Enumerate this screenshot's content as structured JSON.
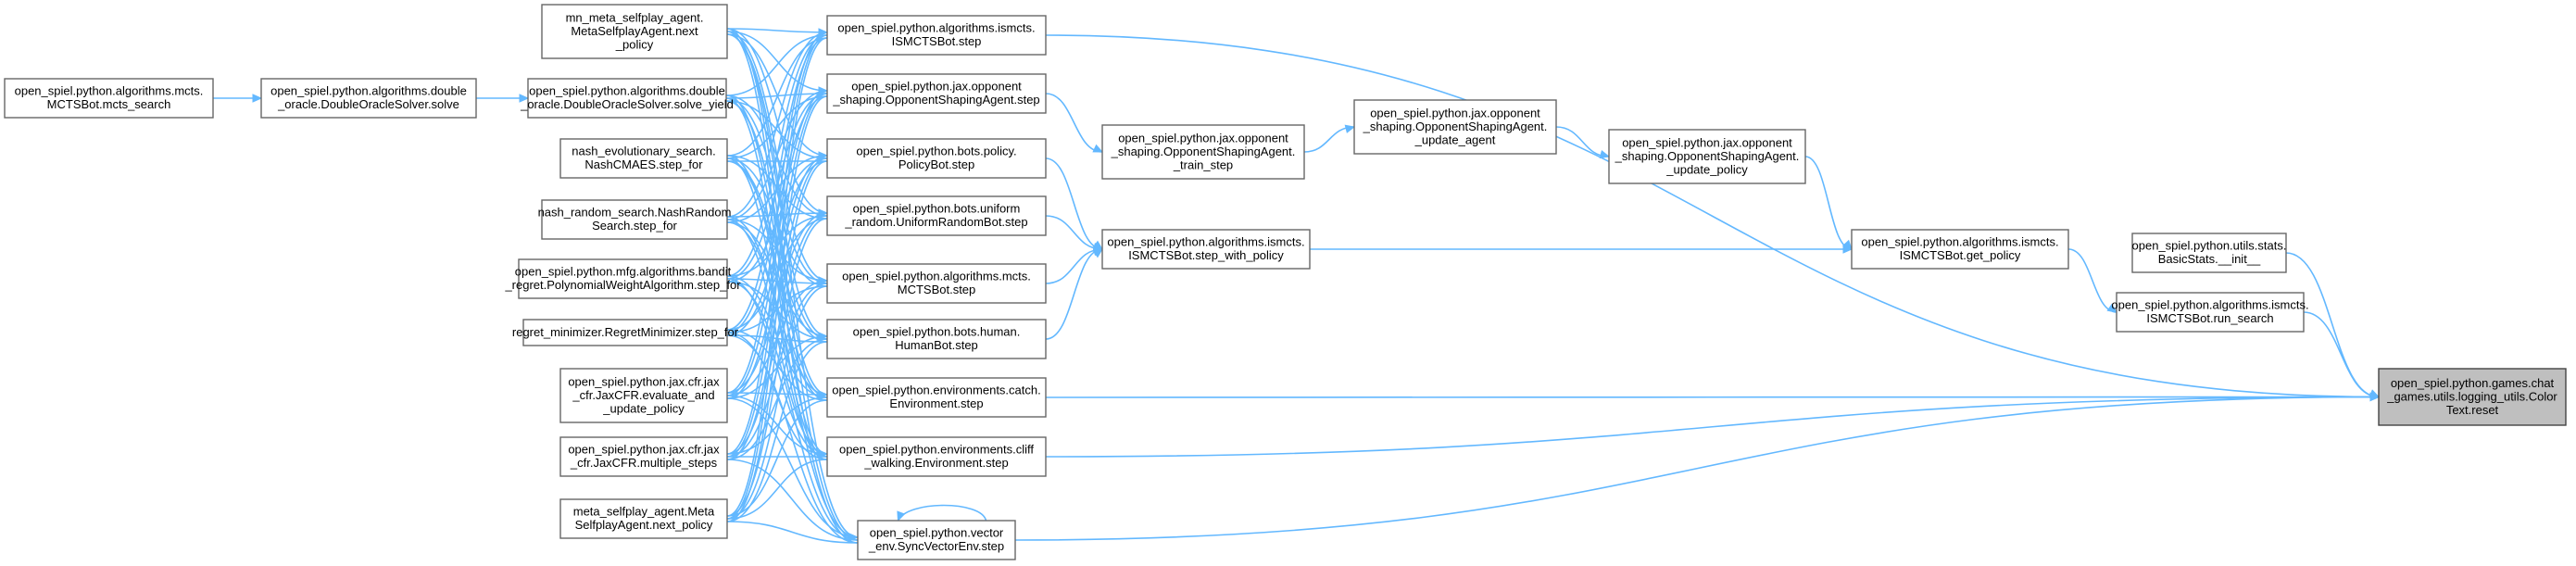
{
  "edge_color": "#63b8ff",
  "node_border": "#666666",
  "root_fill": "#bfbfbf",
  "nodes": [
    {
      "id": "root",
      "lines": [
        "open_spiel.python.games.chat",
        "_games.utils.logging_utils.Color",
        "Text.reset"
      ],
      "root": true
    },
    {
      "id": "basicstats",
      "lines": [
        "open_spiel.python.utils.stats.",
        "BasicStats.__init__"
      ]
    },
    {
      "id": "run_search",
      "lines": [
        "open_spiel.python.algorithms.ismcts.",
        "ISMCTSBot.run_search"
      ]
    },
    {
      "id": "get_policy",
      "lines": [
        "open_spiel.python.algorithms.ismcts.",
        "ISMCTSBot.get_policy"
      ]
    },
    {
      "id": "update_policy",
      "lines": [
        "open_spiel.python.jax.opponent",
        "_shaping.OpponentShapingAgent.",
        "_update_policy"
      ]
    },
    {
      "id": "update_agent",
      "lines": [
        "open_spiel.python.jax.opponent",
        "_shaping.OpponentShapingAgent.",
        "_update_agent"
      ]
    },
    {
      "id": "train_step",
      "lines": [
        "open_spiel.python.jax.opponent",
        "_shaping.OpponentShapingAgent.",
        "_train_step"
      ]
    },
    {
      "id": "step_with_policy",
      "lines": [
        "open_spiel.python.algorithms.ismcts.",
        "ISMCTSBot.step_with_policy"
      ]
    },
    {
      "id": "ismcts_step",
      "lines": [
        "open_spiel.python.algorithms.ismcts.",
        "ISMCTSBot.step"
      ]
    },
    {
      "id": "os_step",
      "lines": [
        "open_spiel.python.jax.opponent",
        "_shaping.OpponentShapingAgent.step"
      ]
    },
    {
      "id": "policy_step",
      "lines": [
        "open_spiel.python.bots.policy.",
        "PolicyBot.step"
      ]
    },
    {
      "id": "uniform_step",
      "lines": [
        "open_spiel.python.bots.uniform",
        "_random.UniformRandomBot.step"
      ]
    },
    {
      "id": "mcts_step",
      "lines": [
        "open_spiel.python.algorithms.mcts.",
        "MCTSBot.step"
      ]
    },
    {
      "id": "human_step",
      "lines": [
        "open_spiel.python.bots.human.",
        "HumanBot.step"
      ]
    },
    {
      "id": "catch_step",
      "lines": [
        "open_spiel.python.environments.catch.",
        "Environment.step"
      ]
    },
    {
      "id": "cliff_step",
      "lines": [
        "open_spiel.python.environments.cliff",
        "_walking.Environment.step"
      ]
    },
    {
      "id": "vector_step",
      "lines": [
        "open_spiel.python.vector",
        "_env.SyncVectorEnv.step"
      ]
    },
    {
      "id": "mn_meta",
      "lines": [
        "mn_meta_selfplay_agent.",
        "MetaSelfplayAgent.next",
        "_policy"
      ]
    },
    {
      "id": "solve_yield",
      "lines": [
        "open_spiel.python.algorithms.double",
        "_oracle.DoubleOracleSolver.solve_yield"
      ]
    },
    {
      "id": "nash_evo",
      "lines": [
        "nash_evolutionary_search.",
        "NashCMAES.step_for"
      ]
    },
    {
      "id": "nash_random",
      "lines": [
        "nash_random_search.NashRandom",
        "Search.step_for"
      ]
    },
    {
      "id": "bandit",
      "lines": [
        "open_spiel.python.mfg.algorithms.bandit",
        "_regret.PolynomialWeightAlgorithm.step_for"
      ]
    },
    {
      "id": "regret_min",
      "lines": [
        "regret_minimizer.RegretMinimizer.step_for"
      ]
    },
    {
      "id": "jaxcfr_eval",
      "lines": [
        "open_spiel.python.jax.cfr.jax",
        "_cfr.JaxCFR.evaluate_and",
        "_update_policy"
      ]
    },
    {
      "id": "jaxcfr_multi",
      "lines": [
        "open_spiel.python.jax.cfr.jax",
        "_cfr.JaxCFR.multiple_steps"
      ]
    },
    {
      "id": "meta_next",
      "lines": [
        "meta_selfplay_agent.Meta",
        "SelfplayAgent.next_policy"
      ]
    },
    {
      "id": "solve",
      "lines": [
        "open_spiel.python.algorithms.double",
        "_oracle.DoubleOracleSolver.solve"
      ]
    },
    {
      "id": "mcts_search",
      "lines": [
        "open_spiel.python.algorithms.mcts.",
        "MCTSBot.mcts_search"
      ]
    }
  ],
  "edges": [
    [
      "basicstats",
      "root"
    ],
    [
      "run_search",
      "root"
    ],
    [
      "get_policy",
      "run_search"
    ],
    [
      "ismcts_step",
      "root"
    ],
    [
      "catch_step",
      "root"
    ],
    [
      "cliff_step",
      "root"
    ],
    [
      "vector_step",
      "root"
    ],
    [
      "update_policy",
      "get_policy"
    ],
    [
      "update_agent",
      "update_policy"
    ],
    [
      "train_step",
      "update_agent"
    ],
    [
      "os_step",
      "train_step"
    ],
    [
      "step_with_policy",
      "get_policy"
    ],
    [
      "policy_step",
      "step_with_policy"
    ],
    [
      "uniform_step",
      "step_with_policy"
    ],
    [
      "mcts_step",
      "step_with_policy"
    ],
    [
      "human_step",
      "step_with_policy"
    ],
    [
      "vector_step",
      "vector_step"
    ],
    [
      "solve",
      "solve_yield"
    ],
    [
      "mcts_search",
      "solve"
    ]
  ],
  "fan_sources": [
    "ismcts_step",
    "os_step",
    "policy_step",
    "uniform_step",
    "mcts_step",
    "human_step",
    "catch_step",
    "cliff_step",
    "vector_step"
  ],
  "fan_targets": [
    "mn_meta",
    "solve_yield",
    "nash_evo",
    "nash_random",
    "bandit",
    "regret_min",
    "jaxcfr_eval",
    "jaxcfr_multi",
    "meta_next"
  ]
}
